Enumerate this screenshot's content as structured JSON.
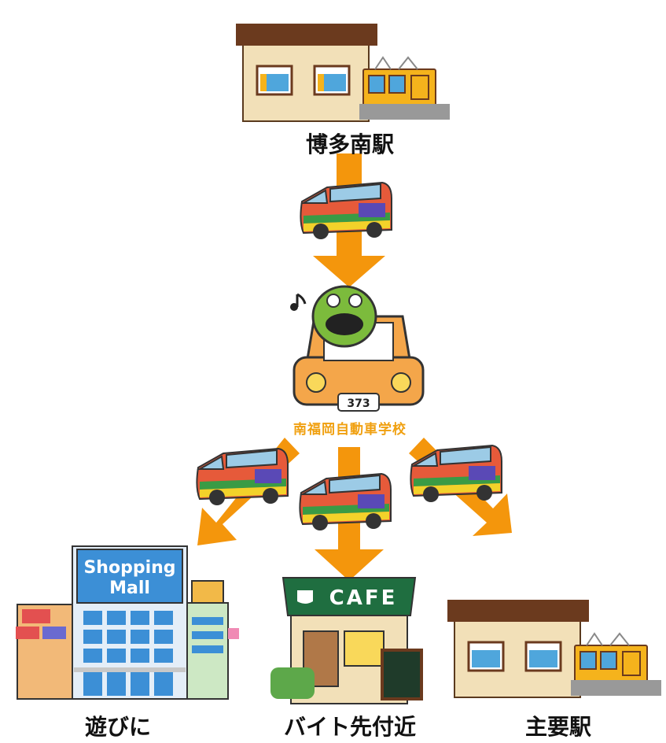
{
  "nodes": {
    "top_station": "博多南駅",
    "school": "南福岡自動車学校",
    "plate": "373",
    "bottom_left": "遊びに",
    "bottom_center": "バイト先付近",
    "bottom_right": "主要駅"
  },
  "signs": {
    "mall_line1": "Shopping",
    "mall_line2": "Mall",
    "cafe": "CAFE"
  },
  "colors": {
    "arrow": "#f4960c",
    "roof": "#6b3a1e",
    "wall": "#f2e0b8",
    "train": "#f5b31c",
    "car": "#f4a64a",
    "school_text": "#f0a010"
  }
}
